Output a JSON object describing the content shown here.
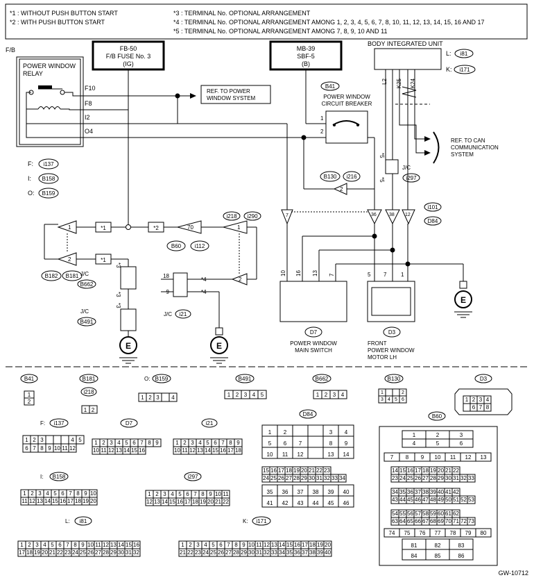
{
  "notes": [
    {
      "mark": "*1",
      "text": ": WITHOUT PUSH BUTTON START"
    },
    {
      "mark": "*2",
      "text": ": WITH PUSH BUTTON START"
    },
    {
      "mark": "*3",
      "text": ": TERMINAL No. OPTIONAL ARRANGEMENT"
    },
    {
      "mark": "*4",
      "text": ": TERMINAL No. OPTIONAL ARRANGEMENT AMONG 1, 2, 3, 4, 5, 6, 7, 8, 10, 11, 12, 13, 14, 15, 16 AND 17"
    },
    {
      "mark": "*5",
      "text": ": TERMINAL No. OPTIONAL ARRANGEMENT AMONG 7, 8, 9, 10 AND 11"
    }
  ],
  "fb_label": "F/B",
  "relay_label": [
    "POWER WINDOW",
    "RELAY"
  ],
  "relay_pins": [
    "F10",
    "F8",
    "I2",
    "O4"
  ],
  "fuse_fb50": [
    "FB-50",
    "F/B FUSE No. 3",
    "(IG)"
  ],
  "fuse_mb39": [
    "MB-39",
    "SBF-5",
    "(B)"
  ],
  "biu_label": "BODY INTEGRATED UNIT",
  "biu_conn": [
    {
      "prefix": "L:",
      "id": "i81"
    },
    {
      "prefix": "K:",
      "id": "i171"
    }
  ],
  "biu_pins": [
    "L2",
    "K25",
    "K24"
  ],
  "ref_pw": [
    "REF. TO POWER",
    "WINDOW SYSTEM"
  ],
  "ref_can": [
    "REF. TO CAN",
    "COMMUNICATION",
    "SYSTEM"
  ],
  "cb_id": "B41",
  "cb_label": [
    "POWER WINDOW",
    "CIRCUIT BREAKER"
  ],
  "cb_pins": [
    "1",
    "2"
  ],
  "relay_conns": [
    {
      "prefix": "F:",
      "id": "i137"
    },
    {
      "prefix": "I:",
      "id": "B158"
    },
    {
      "prefix": "O:",
      "id": "B159"
    }
  ],
  "jc_label": "J/C",
  "jc_i297": "i297",
  "jc_b662": "B662",
  "jc_b491": "B491",
  "jc_i21": "i21",
  "star1": "*1",
  "star2": "*2",
  "star3": "*3",
  "star4": "*4",
  "star5": "*5",
  "conn_b130": "B130",
  "conn_i216": "i216",
  "conn_i218": "i218",
  "conn_i290": "i290",
  "conn_b60": "B60",
  "conn_i112": "i112",
  "conn_b182": "B182",
  "conn_b181": "B181",
  "conn_i101": "i101",
  "conn_d84": "D84",
  "pin_1": "1",
  "pin_2": "2",
  "pin_7": "7",
  "pin_70": "70",
  "pin_9": "9",
  "pin_18": "18",
  "pin_36": "36",
  "pin_38": "38",
  "pin_12": "12",
  "d7_pins": [
    "10",
    "16",
    "13",
    "7"
  ],
  "d3_pins": [
    "5",
    "7",
    "1"
  ],
  "d7_id": "D7",
  "d7_label": [
    "POWER WINDOW",
    "MAIN SWITCH"
  ],
  "d3_id": "D3",
  "d3_label": [
    "FRONT",
    "POWER WINDOW",
    "MOTOR LH"
  ],
  "ground": "E",
  "bottom_connectors": {
    "B41": "B41",
    "B181": "B181",
    "i218": "i218",
    "B159": "B159",
    "O_prefix": "O:",
    "B491": "B491",
    "B662": "B662",
    "B130": "B130",
    "D3": "D3",
    "i137": "i137",
    "F_prefix": "F:",
    "D7": "D7",
    "i21": "i21",
    "D84": "D84",
    "B60": "B60",
    "B158": "B158",
    "I_prefix": "I:",
    "i297": "i297",
    "i81": "i81",
    "L_prefix": "L:",
    "i171": "i171",
    "K_prefix": "K:"
  },
  "code": "GW-10712"
}
